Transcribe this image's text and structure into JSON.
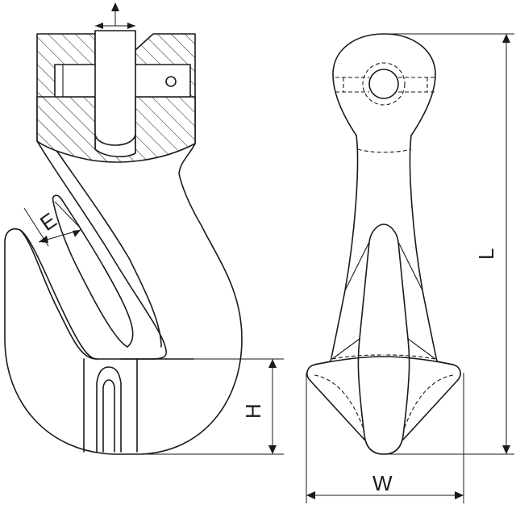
{
  "dimensions": {
    "E": "E",
    "H": "H",
    "L": "L",
    "W": "W"
  }
}
